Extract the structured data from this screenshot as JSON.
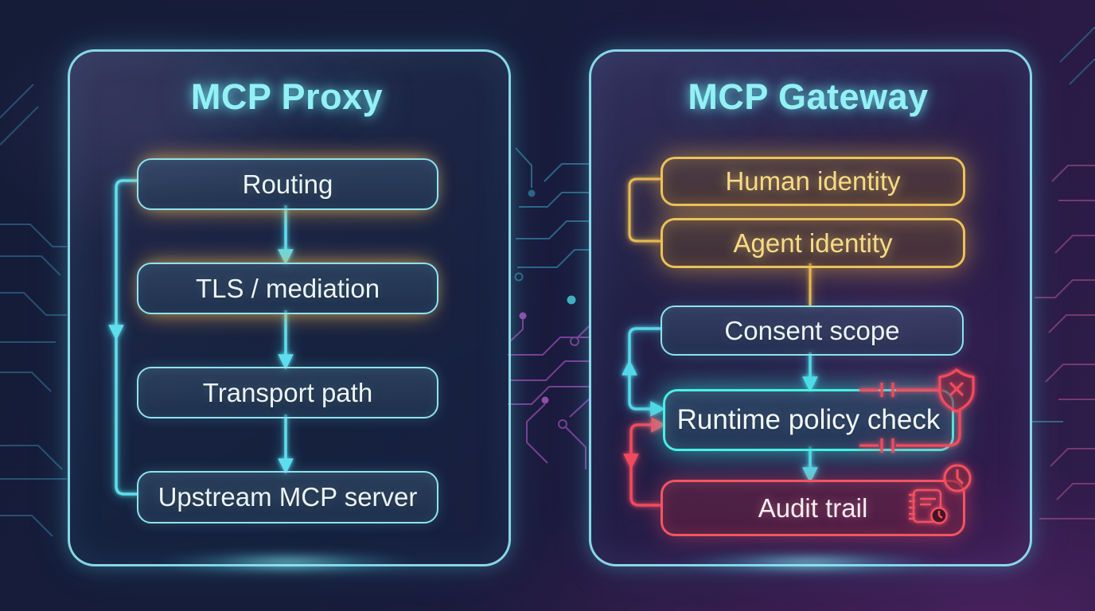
{
  "diagram": {
    "left_panel": {
      "title": "MCP Proxy",
      "nodes": [
        {
          "label": "Routing"
        },
        {
          "label": "TLS / mediation"
        },
        {
          "label": "Transport path"
        },
        {
          "label": "Upstream MCP server"
        }
      ],
      "connectors": [
        "routing-to-tls-arrow",
        "tls-to-transport-arrow",
        "transport-to-upstream-arrow",
        "routing-to-upstream-loop"
      ]
    },
    "right_panel": {
      "title": "MCP Gateway",
      "nodes": [
        {
          "label": "Human identity",
          "style": "gold"
        },
        {
          "label": "Agent identity",
          "style": "gold"
        },
        {
          "label": "Consent scope",
          "style": "cyan"
        },
        {
          "label": "Runtime policy check",
          "style": "cyan-bright"
        },
        {
          "label": "Audit trail",
          "style": "red"
        }
      ],
      "icons": [
        {
          "name": "shield-block-icon"
        },
        {
          "name": "clock-icon"
        },
        {
          "name": "audit-log-icon"
        }
      ],
      "connectors": [
        "identity-bracket",
        "agent-to-consent-line",
        "consent-to-runtime-arrow",
        "consent-runtime-loop",
        "runtime-to-audit-arrow",
        "runtime-audit-loop",
        "runtime-block-wires"
      ]
    },
    "colors": {
      "title_cyan": "#93f1f6",
      "cyan_accent": "#5fdeed",
      "gold_accent": "#e7bd55",
      "red_accent": "#f4495c",
      "background_navy": "#151c38",
      "background_purple": "#301c4b",
      "circuit_teal": "#2b5a7e",
      "circuit_magenta": "#83439f"
    }
  }
}
